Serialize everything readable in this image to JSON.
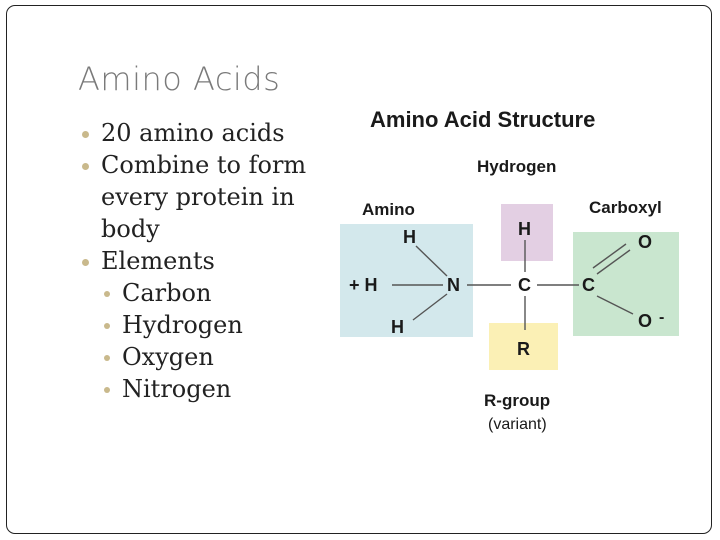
{
  "slide": {
    "title": "Amino Acids",
    "bullets": [
      {
        "text": "20 amino acids",
        "level": 1
      },
      {
        "text": "Combine to form every protein in body",
        "level": 1
      },
      {
        "text": "Elements",
        "level": 1
      },
      {
        "text": "Carbon",
        "level": 2
      },
      {
        "text": "Hydrogen",
        "level": 2
      },
      {
        "text": "Oxygen",
        "level": 2
      },
      {
        "text": "Nitrogen",
        "level": 2
      }
    ],
    "bullet_color": "#c9b98c"
  },
  "diagram": {
    "title": "Amino Acid Structure",
    "labels": {
      "hydrogen": "Hydrogen",
      "amino": "Amino",
      "carboxyl": "Carboxyl",
      "rgroup": "R-group",
      "variant": "(variant)"
    },
    "atoms": {
      "amino_h_top": "H",
      "amino_plus_h": "+ H",
      "amino_n": "N",
      "amino_h_bottom": "H",
      "alpha_h": "H",
      "alpha_c": "C",
      "r": "R",
      "carboxyl_c": "C",
      "carboxyl_o_top": "O",
      "carboxyl_o_bottom": "O",
      "carboxyl_charge": "-"
    },
    "colors": {
      "amino_box": "#d3e8ec",
      "hydrogen_box": "#e3cfe3",
      "rgroup_box": "#fbf0b5",
      "carboxyl_box": "#c9e6cf"
    }
  }
}
